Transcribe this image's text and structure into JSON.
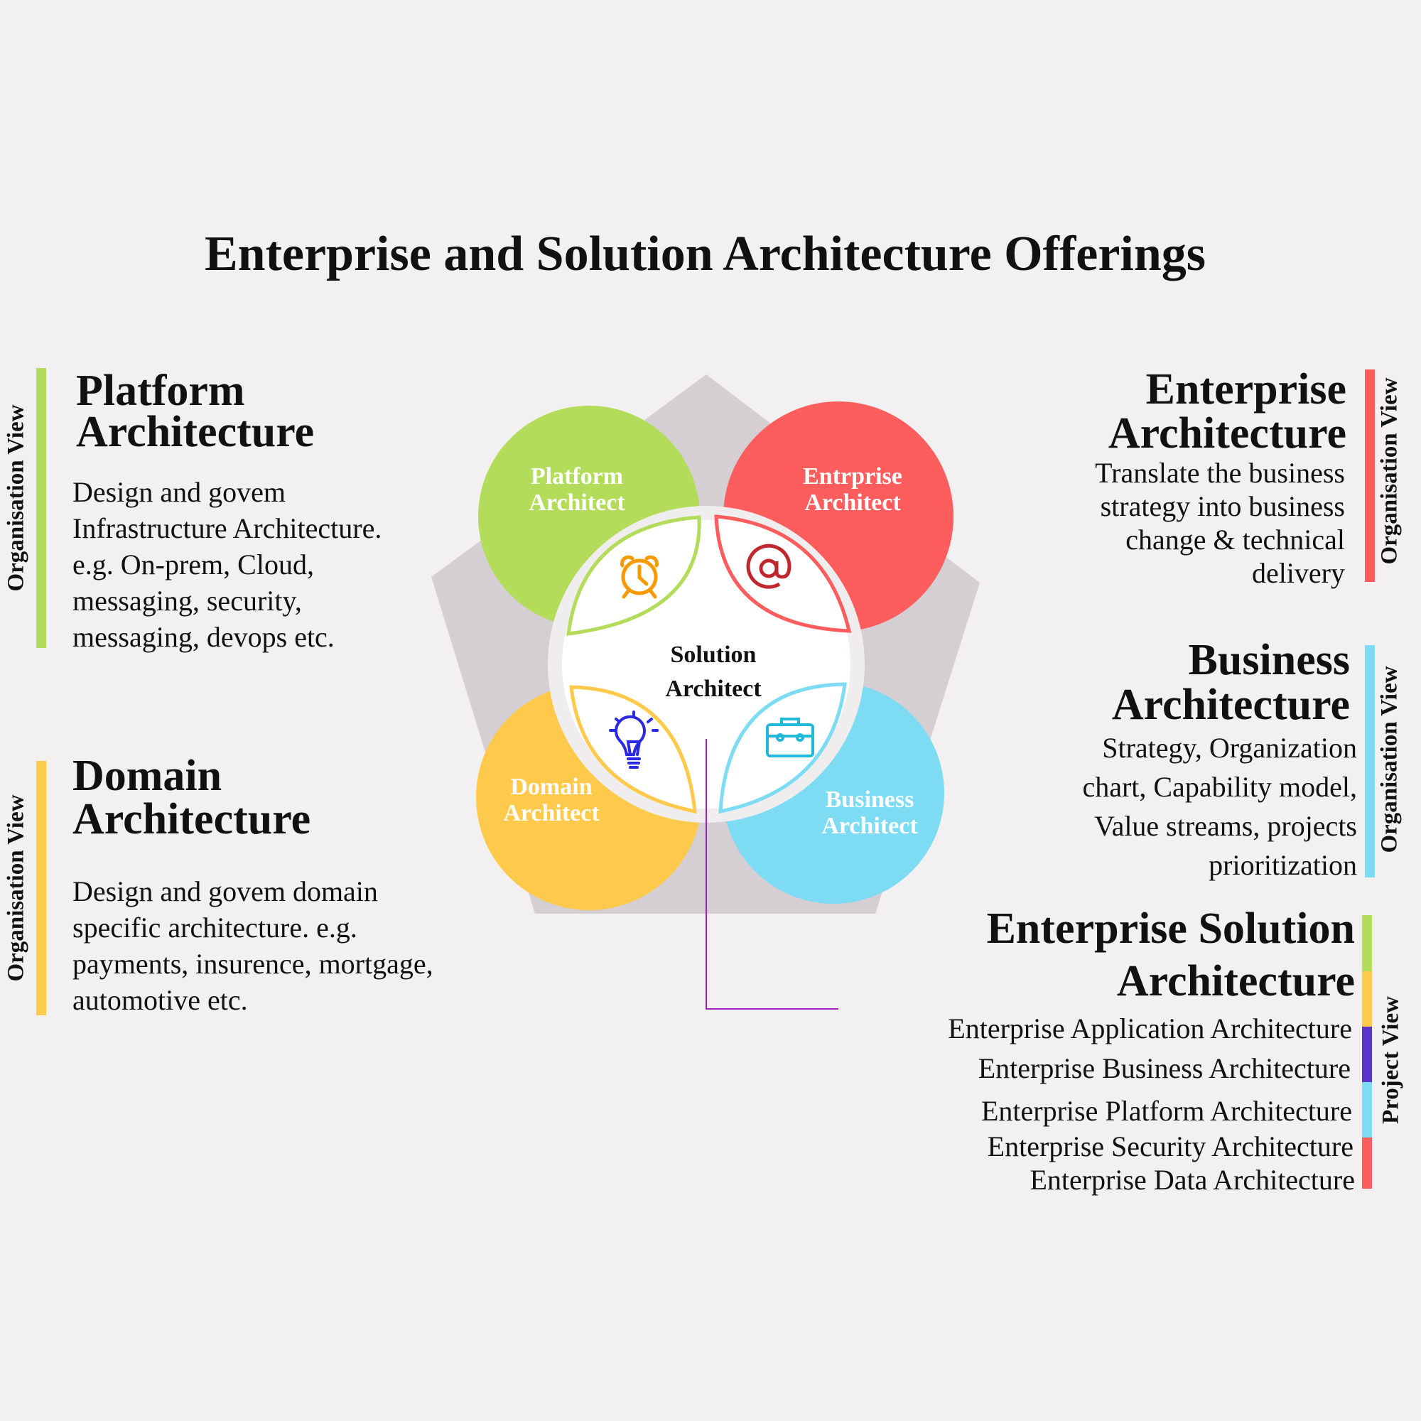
{
  "title": "Enterprise and Solution Architecture Offerings",
  "colors": {
    "green": "#b3dc5a",
    "red": "#fe5d5d",
    "yellow": "#ffca4b",
    "blue": "#7ddcf3",
    "purple": "#5a35c8",
    "pentagon": "#d5cfd3",
    "connector": "#a020c0"
  },
  "diagram": {
    "center_label": [
      "Solution",
      "Architect"
    ],
    "circles": [
      {
        "label": [
          "Platform",
          "Architect"
        ],
        "icon": "alarm-clock-icon"
      },
      {
        "label": [
          "Entrprise",
          "Architect"
        ],
        "icon": "at-sign-icon"
      },
      {
        "label": [
          "Domain",
          "Architect"
        ],
        "icon": "lightbulb-icon"
      },
      {
        "label": [
          "Business",
          "Architect"
        ],
        "icon": "briefcase-icon"
      }
    ]
  },
  "sections": {
    "platform": {
      "view": "Organisation View",
      "heading": [
        "Platform",
        "Architecture"
      ],
      "body": [
        "Design and govem",
        "Infrastructure Architecture.",
        "e.g. On-prem, Cloud,",
        "messaging, security,",
        "messaging, devops etc."
      ]
    },
    "domain": {
      "view": "Organisation View",
      "heading": [
        "Domain",
        "Architecture"
      ],
      "body": [
        "Design and govem domain",
        "specific architecture. e.g.",
        "payments, insurence, mortgage,",
        "automotive etc."
      ]
    },
    "enterprise": {
      "view": "Organisation View",
      "heading": [
        "Enterprise",
        "Architecture"
      ],
      "body": [
        "Translate the business",
        "strategy into business",
        "change & technical",
        "delivery"
      ]
    },
    "business": {
      "view": "Organisation View",
      "heading": [
        "Business",
        "Architecture"
      ],
      "body": [
        "Strategy, Organization",
        "chart, Capability model,",
        "Value streams, projects",
        "prioritization"
      ]
    },
    "solution": {
      "view": "Project View",
      "heading": [
        "Enterprise Solution",
        "Architecture"
      ],
      "items": [
        "Enterprise Application Architecture",
        "Enterprise Business Architecture",
        "Enterprise Platform Architecture",
        "Enterprise Security Architecture",
        "Enterprise Data Architecture"
      ]
    }
  }
}
